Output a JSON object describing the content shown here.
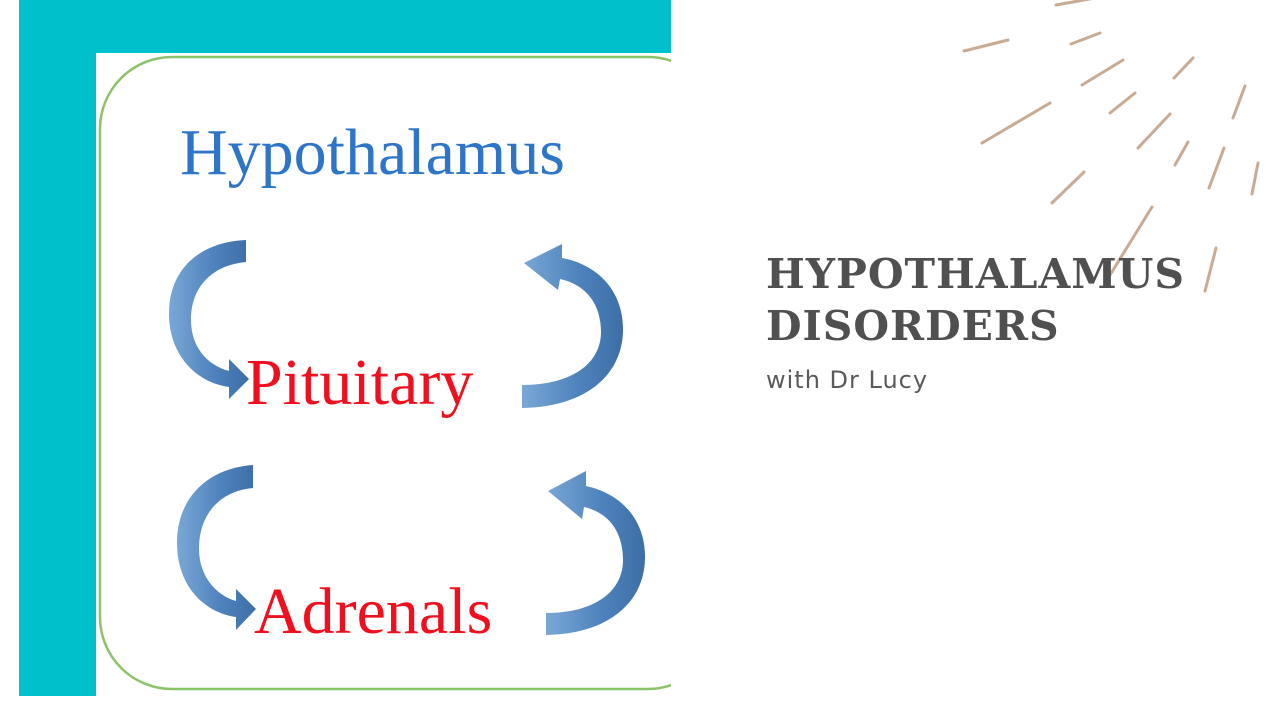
{
  "slide": {
    "title_line1": "HYPOTHALAMUS",
    "title_line2": "DISORDERS",
    "subtitle": "with Dr Lucy"
  },
  "diagram": {
    "top_label": "Hypothalamus",
    "middle_label": "Pituitary",
    "bottom_label": "Adrenals"
  },
  "colors": {
    "teal": "#00c0cc",
    "card_border": "#8cc26a",
    "hypothalamus_text": "#2e75c7",
    "gland_text": "#f00f1e",
    "arrow": "#4f83bd",
    "sun_rays": "#c9ab94",
    "title_text": "#505050"
  }
}
